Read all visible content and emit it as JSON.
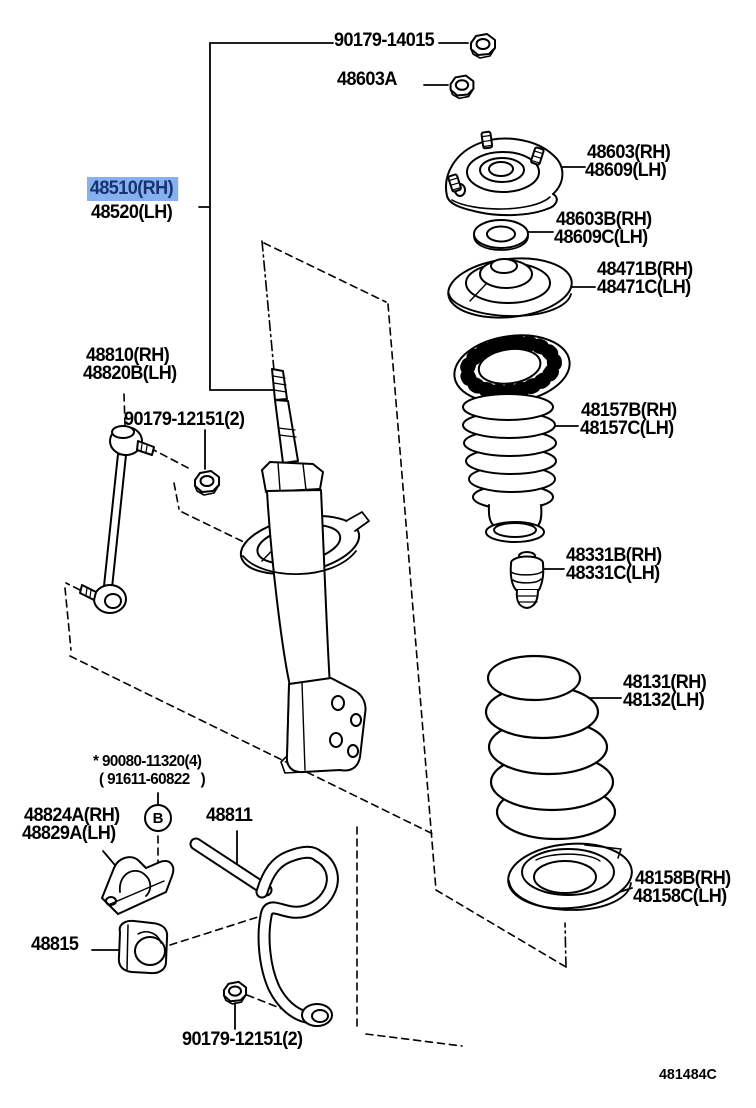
{
  "diagram": {
    "doc_code": "481484C",
    "highlight_color": "#86b0f0",
    "highlight_text_color": "#17336e",
    "marker_b": "B",
    "labels": {
      "nut_top": "90179-14015",
      "nut_support": "48603A",
      "strut_rh": "48510(RH)",
      "strut_lh": "48520(LH)",
      "support_rh": "48603(RH)",
      "support_lh": "48609(LH)",
      "bearing_rh": "48603B(RH)",
      "bearing_lh": "48609C(LH)",
      "upper_seat_rh": "48471B(RH)",
      "upper_seat_lh": "48471C(LH)",
      "link_rh": "48810(RH)",
      "link_lh": "48820B(LH)",
      "link_nut": "90179-12151(2)",
      "dust_cover_rh": "48157B(RH)",
      "dust_cover_lh": "48157C(LH)",
      "bumper_rh": "48331B(RH)",
      "bumper_lh": "48331C(LH)",
      "coil_spring_rh": "48131(RH)",
      "coil_spring_lh": "48132(LH)",
      "bolt_line1": "* 90080-11320(4)",
      "bolt_line2": "( 91611-60822   )",
      "bracket_rh": "48824A(RH)",
      "bracket_lh": "48829A(LH)",
      "stabilizer_bar": "48811",
      "bar_bush": "48815",
      "lower_insulator_rh": "48158B(RH)",
      "lower_insulator_lh": "48158C(LH)",
      "bar_nut": "90179-12151(2)"
    }
  }
}
